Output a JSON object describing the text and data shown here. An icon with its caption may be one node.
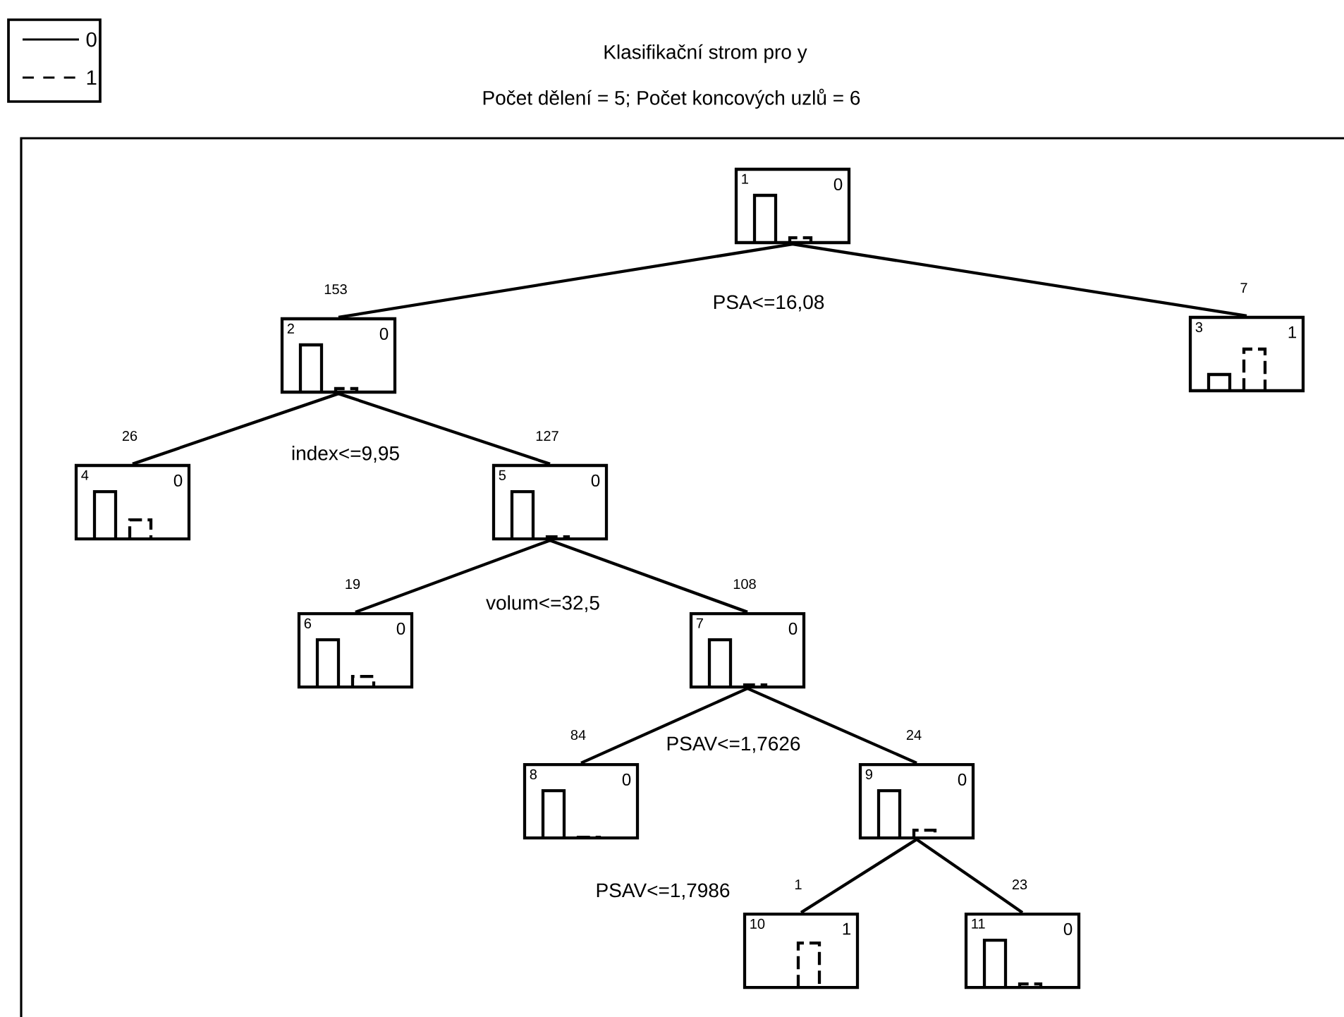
{
  "diagram": {
    "title": "Klasifikační strom pro  y",
    "caption": "Počet dělení  = 5;   Počet koncových uzlů  = 6",
    "nodes": [
      {
        "text": [
          "1",
          "0"
        ]
      },
      {
        "text": [
          "2",
          "0"
        ],
        "beside": [
          "153"
        ]
      },
      {
        "text": [
          "3",
          "1"
        ],
        "beside": [
          "7"
        ]
      },
      {
        "text": [
          "4",
          "0"
        ],
        "beside": [
          "26"
        ]
      },
      {
        "text": [
          "5",
          "0"
        ],
        "beside": [
          "127"
        ]
      },
      {
        "text": [
          "6",
          "0"
        ],
        "beside": [
          "19"
        ]
      },
      {
        "text": [
          "7",
          "0"
        ],
        "beside": [
          "108"
        ]
      },
      {
        "text": [
          "8",
          "0"
        ],
        "beside": [
          "84"
        ]
      },
      {
        "text": [
          "9",
          "0"
        ],
        "beside": [
          "24"
        ]
      },
      {
        "text": [
          "10",
          "1"
        ],
        "beside": [
          "1"
        ]
      },
      {
        "text": [
          "11",
          "0"
        ],
        "beside": [
          "23"
        ]
      }
    ],
    "edges": [
      {
        "from": 0,
        "to": 1,
        "arrow": "none"
      },
      {
        "from": 0,
        "to": 2,
        "arrow": "none"
      },
      {
        "from": 1,
        "to": 3,
        "arrow": "none"
      },
      {
        "from": 1,
        "to": 4,
        "arrow": "none"
      },
      {
        "from": 4,
        "to": 5,
        "arrow": "none"
      },
      {
        "from": 4,
        "to": 6,
        "arrow": "none"
      },
      {
        "from": 6,
        "to": 7,
        "arrow": "none"
      },
      {
        "from": 6,
        "to": 8,
        "arrow": "none"
      },
      {
        "from": 8,
        "to": 9,
        "arrow": "none"
      },
      {
        "from": 8,
        "to": 10,
        "arrow": "none"
      }
    ],
    "labels": [
      "PSA<=16,08",
      "index<=9,95",
      "volum<=32,5",
      "PSAV<=1,7626",
      "PSAV<=1,7986"
    ],
    "legend": [
      {
        "text": "0"
      },
      {
        "text": "1"
      }
    ]
  }
}
